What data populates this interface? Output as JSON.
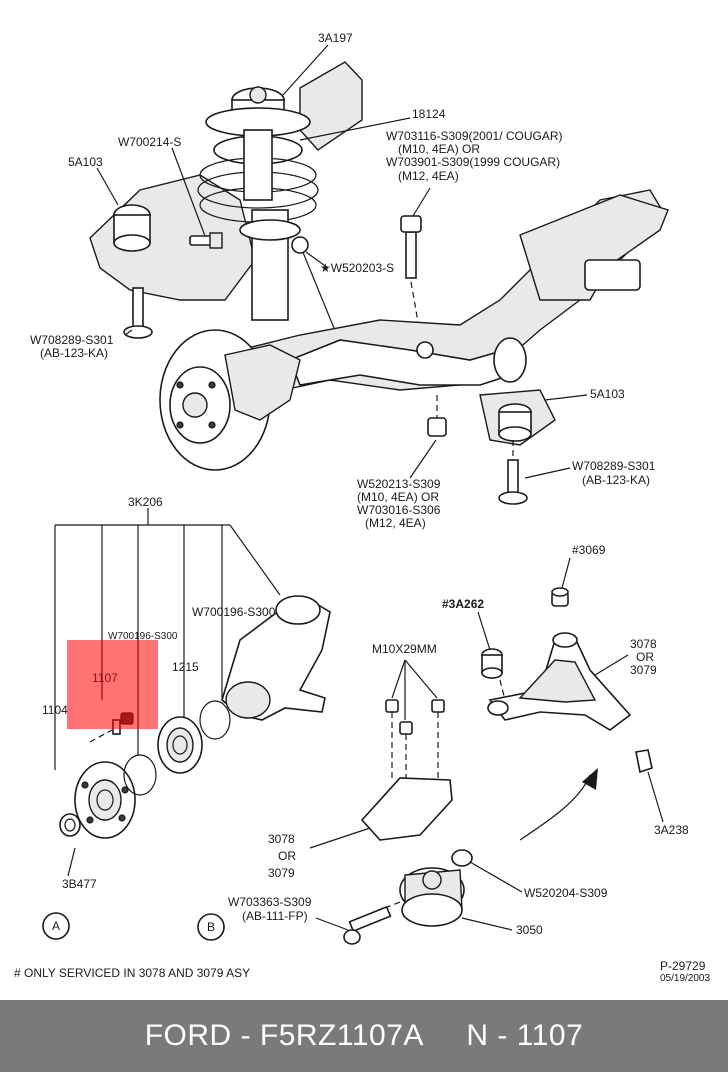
{
  "labels": {
    "spring_cap": "3A197",
    "insulator": "18124",
    "bolt_upper": "W700214-S",
    "bracket_left": "5A103",
    "bolt_note_1": "W703116-S309(2001/ COUGAR)",
    "bolt_note_2": "(M10, 4EA) OR",
    "bolt_note_3": "W703901-S309(1999 COUGAR)",
    "bolt_note_4": "(M12, 4EA)",
    "stud_star": "★W520203-S",
    "bolt_left_1": "W708289-S301",
    "bolt_left_2": "(AB-123-KA)",
    "bracket_right": "5A103",
    "bolt_right_1": "W708289-S301",
    "bolt_right_2": "(AB-123-KA)",
    "nut_note_1": "W520213-S309",
    "nut_note_2": "(M10, 4EA) OR",
    "nut_note_3": "W703016-S306",
    "nut_note_4": "(M12, 4EA)",
    "knuckle_asy": "3K206",
    "snap_ring_1": "W700196-S300",
    "snap_ring_2": "W700196-S300",
    "bearing": "1215",
    "hub_bolt": "1107",
    "hub": "1104",
    "hub_nut": "3B477",
    "view_a": "A",
    "view_b": "B",
    "ball_joint_top": "#3069",
    "bushing": "#3A262",
    "arm_1": "3078",
    "arm_or": "OR",
    "arm_2": "3079",
    "bolts_size": "M10X29MM",
    "clip": "3A238",
    "arm_b_1": "3078",
    "arm_b_or": "OR",
    "arm_b_2": "3079",
    "nut_b": "W520204-S309",
    "bolt_b_1": "W703363-S309",
    "bolt_b_2": "(AB-111-FP)",
    "ball_joint": "3050",
    "footnote": "# ONLY SERVICED IN 3078 AND 3079 ASY",
    "ref_number": "P-29729",
    "ref_date": "05/19/2003"
  },
  "highlight": {
    "color": "#ff0000",
    "opacity": 0.55
  },
  "footer": {
    "text": "FORD - F5RZ1107A     N - 1107",
    "background": "#7a7a7a",
    "text_color": "#ffffff"
  }
}
